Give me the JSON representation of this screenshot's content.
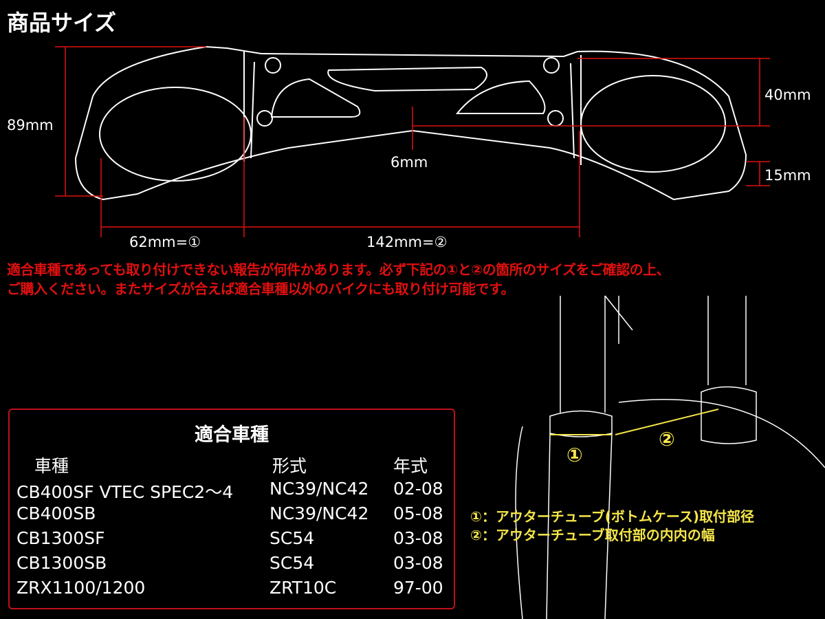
{
  "title": "商品サイズ",
  "dimensions": {
    "height_total": "89mm",
    "height_40": "40mm",
    "height_15": "15mm",
    "center_gap": "6mm",
    "width_1": "62mm=①",
    "width_2": "142mm=②"
  },
  "warning": {
    "line1": "適合車種であっても取り付けできない報告が何件かあります。必ず下記の①と②の箇所のサイズをご確認の上、",
    "line2": "ご購入ください。またサイズが合えば適合車種以外のバイクにも取り付け可能です。"
  },
  "fitment": {
    "caption": "適合車種",
    "headers": [
      "車種",
      "形式",
      "年式"
    ],
    "rows": [
      [
        "CB400SF VTEC SPEC2～4",
        "NC39/NC42",
        "02-08"
      ],
      [
        "CB400SB",
        "NC39/NC42",
        "05-08"
      ],
      [
        "CB1300SF",
        "SC54",
        "03-08"
      ],
      [
        "CB1300SB",
        "SC54",
        "03-08"
      ],
      [
        "ZRX1100/1200",
        "ZRT10C",
        "97-00"
      ]
    ]
  },
  "fork_diagram": {
    "marker1": "①",
    "marker2": "②",
    "legend1": "①：アウターチューブ(ボトムケース)取付部径",
    "legend2": "②：アウターチューブ取付部の内内の幅"
  },
  "colors": {
    "dimension_red": "#e01010",
    "legend_yellow": "#f5e64a"
  }
}
